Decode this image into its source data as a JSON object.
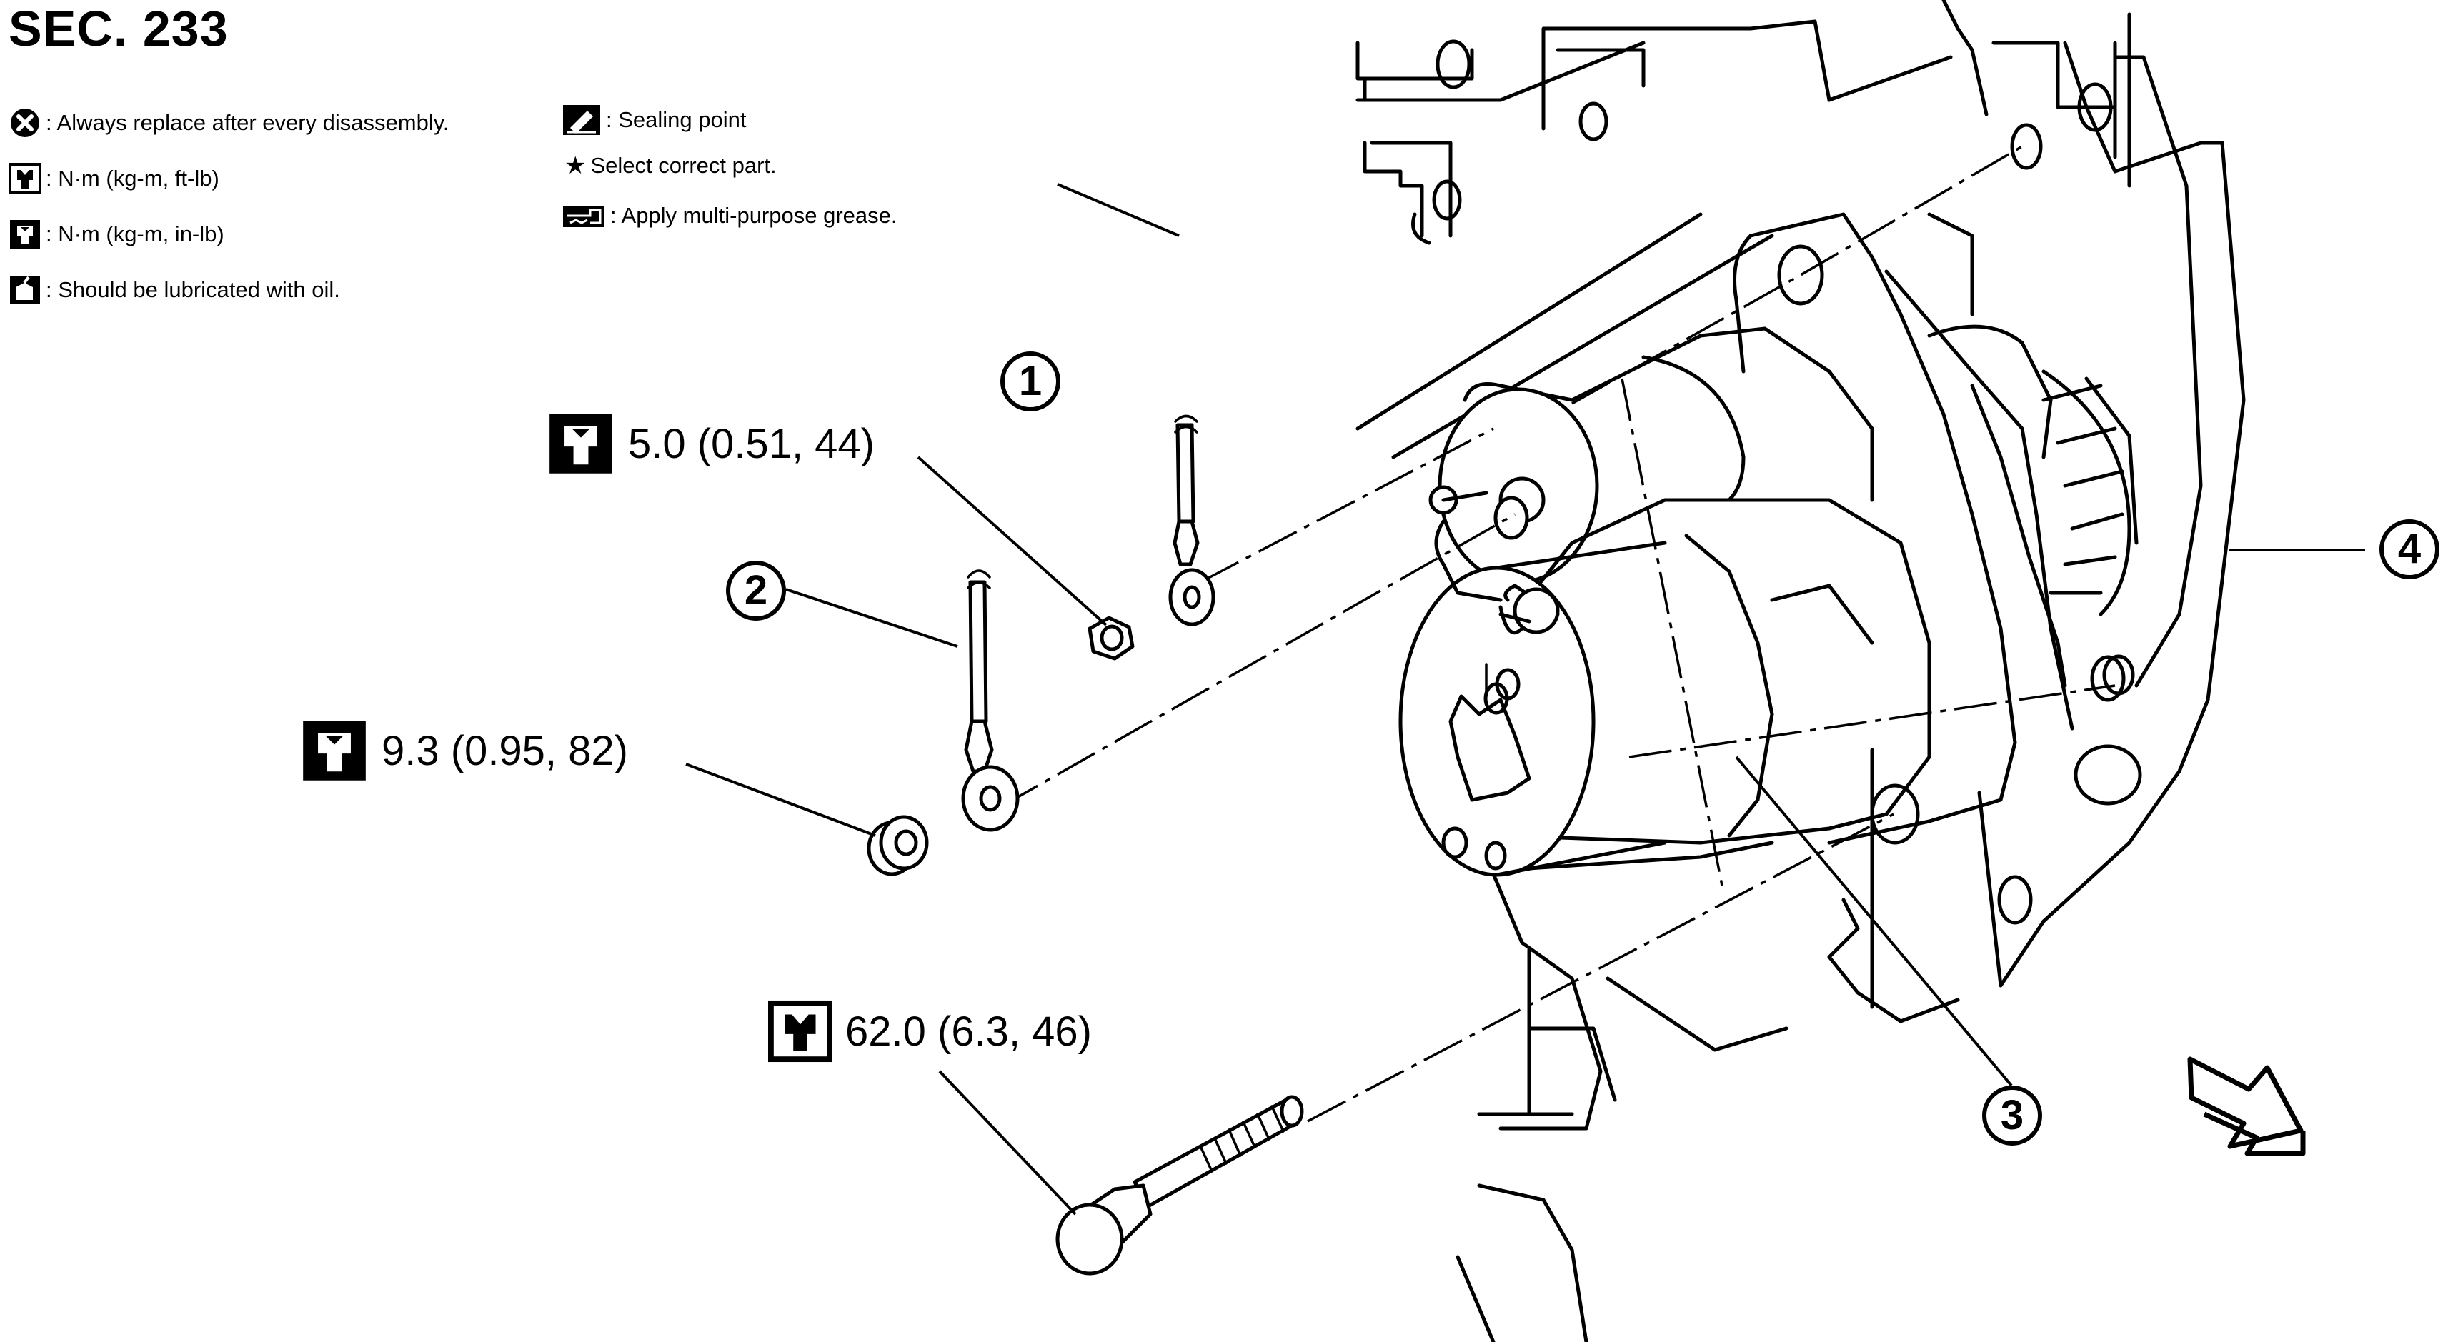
{
  "section": "SEC. 233",
  "legend": {
    "left": [
      {
        "icon": "always-replace-icon",
        "text": ": Always replace after every disassembly."
      },
      {
        "icon": "torque-ft-lb-icon",
        "text": ": N·m (kg-m, ft-lb)"
      },
      {
        "icon": "torque-in-lb-icon",
        "text": ": N·m (kg-m, in-lb)"
      },
      {
        "icon": "oil-can-icon",
        "text": ": Should be lubricated with oil."
      }
    ],
    "right": [
      {
        "icon": "sealing-point-icon",
        "text": ": Sealing point"
      },
      {
        "icon": "star-icon",
        "text": "Select correct part."
      },
      {
        "icon": "grease-icon",
        "text": ": Apply multi-purpose grease."
      }
    ]
  },
  "torques": {
    "t1": {
      "icon": "torque-in-lb-icon",
      "text": "5.0 (0.51, 44)"
    },
    "t2": {
      "icon": "torque-in-lb-icon",
      "text": "9.3 (0.95, 82)"
    },
    "t3": {
      "icon": "torque-ft-lb-icon",
      "text": "62.0 (6.3, 46)"
    }
  },
  "callouts": {
    "c1": "1",
    "c2": "2",
    "c3": "3",
    "c4": "4"
  },
  "front_arrow": "front-direction-arrow-icon"
}
